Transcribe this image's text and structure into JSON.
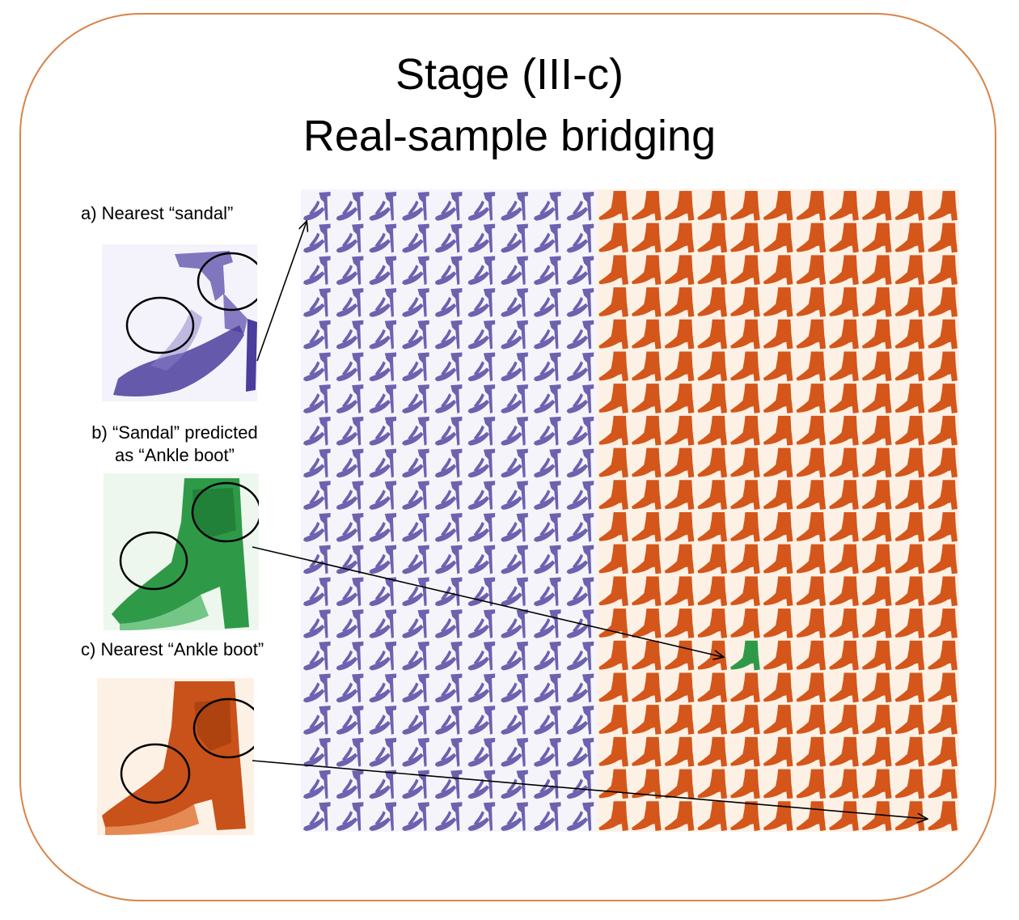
{
  "title": {
    "line1": "Stage (III-c)",
    "line2": "Real-sample bridging"
  },
  "panels": {
    "a": {
      "caption": "a) Nearest “sandal”",
      "color": "#4a3d9c"
    },
    "b": {
      "caption_line1": "b) “Sandal” predicted",
      "caption_line2": "as “Ankle boot”",
      "color": "#2e9a48"
    },
    "c": {
      "caption": "c) Nearest “Ankle boot”",
      "color": "#c8521a"
    }
  },
  "grid": {
    "rows": 20,
    "cols": 20,
    "sandal_cols": 9,
    "sandal_color": "#4a3d9c",
    "sandal_bg": "#f5f4fb",
    "boot_color": "#d4561a",
    "boot_bg": "#fdf1e6",
    "highlight": {
      "row": 14,
      "col": 13,
      "color": "#2e9a48"
    }
  },
  "icons": [
    "sandal-icon",
    "ankle-boot-icon",
    "circle-marker-icon",
    "arrow-icon"
  ]
}
